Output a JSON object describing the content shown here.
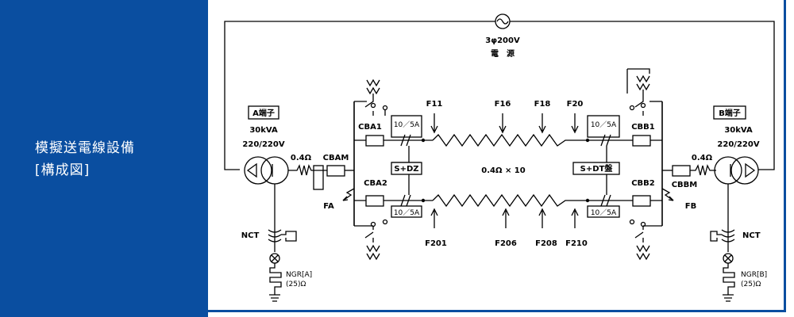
{
  "panel": {
    "title_line1": "模擬送電線設備",
    "title_line2": "[構成図]"
  },
  "source": {
    "rating": "3φ200V",
    "name": "電　源"
  },
  "terminal_a": {
    "name": "A端子",
    "rating": "30kVA",
    "voltage": "220/220V"
  },
  "terminal_b": {
    "name": "B端子",
    "rating": "30kVA",
    "voltage": "220/220V"
  },
  "impedance": {
    "left": "0.4Ω",
    "right": "0.4Ω",
    "line": "0.4Ω × 10"
  },
  "breakers": {
    "cbam": "CBAM",
    "cba1": "CBA1",
    "cba2": "CBA2",
    "cbb1": "CBB1",
    "cbb2": "CBB2",
    "cbbm": "CBBM"
  },
  "ct_ratio": {
    "a1": "10／5A",
    "a2": "10／5A",
    "b1": "10／5A",
    "b2": "10／5A"
  },
  "relays": {
    "a": "S+DZ",
    "b": "S+DT盤"
  },
  "faults": {
    "fa": "FA",
    "fb": "FB"
  },
  "upper_points": [
    "F11",
    "F16",
    "F18",
    "F20"
  ],
  "lower_points": [
    "F201",
    "F206",
    "F208",
    "F210"
  ],
  "grounding": {
    "nct_a": "NCT",
    "nct_b": "NCT",
    "ngr_a": "NGR[A]",
    "ngr_a_val": "(25)Ω",
    "ngr_b": "NGR[B]",
    "ngr_b_val": "(25)Ω"
  }
}
